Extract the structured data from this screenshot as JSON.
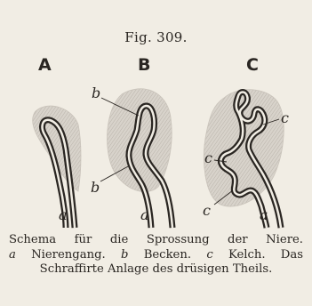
{
  "figure_title": "Fig. 309.",
  "panels": [
    {
      "id": "A",
      "labels": [
        "a"
      ]
    },
    {
      "id": "B",
      "labels": [
        "b",
        "b",
        "a"
      ]
    },
    {
      "id": "C",
      "labels": [
        "c",
        "c",
        "c",
        "a"
      ]
    }
  ],
  "caption": {
    "line1": "Schema für die Sprossung der Niere.",
    "line2_a": "a",
    "line2_a_text": "Nierengang.",
    "line2_b": "b",
    "line2_b_text": "Becken.",
    "line2_c": "c",
    "line2_c_text": "Kelch.",
    "line2_end": "Das",
    "line3": "Schraffirte Anlage des drüsigen Theils."
  }
}
